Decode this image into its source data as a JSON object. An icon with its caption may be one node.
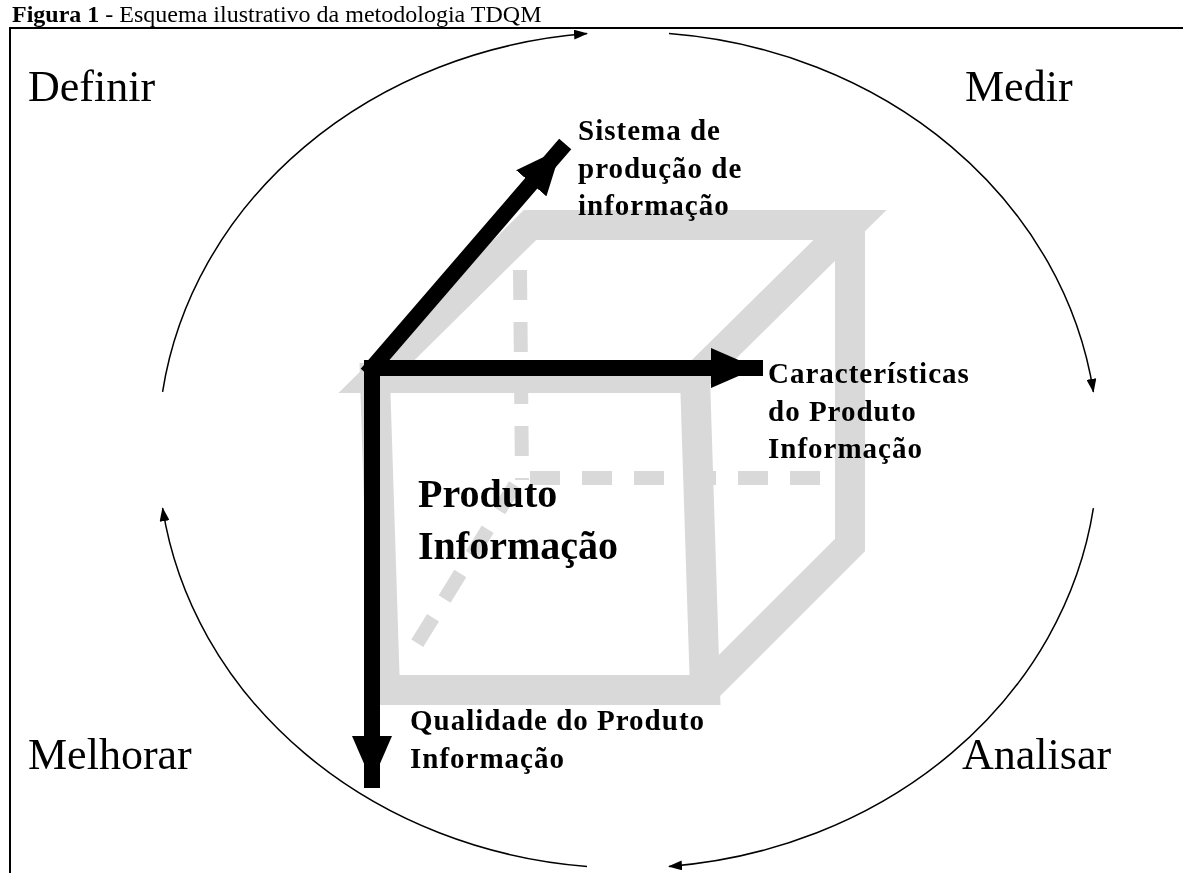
{
  "diagram": {
    "title": "**Figura 1** - Esquema ilustrativo da metodologia TDQM",
    "nodes": [
      {
        "text": [
          "Sistema de produção de informação"
        ]
      },
      {
        "text": [
          "Características do Produto Informação"
        ]
      },
      {
        "text": [
          "Qualidade do Produto Informação"
        ]
      }
    ],
    "edges": [
      {
        "from": null,
        "to": 0,
        "arrow": "to"
      },
      {
        "from": null,
        "to": 1,
        "arrow": "to"
      },
      {
        "from": null,
        "to": 2,
        "arrow": "to"
      }
    ],
    "labels": [
      "Definir",
      "Medir",
      "Produto Informação",
      "Melhorar",
      "Analisar"
    ]
  }
}
